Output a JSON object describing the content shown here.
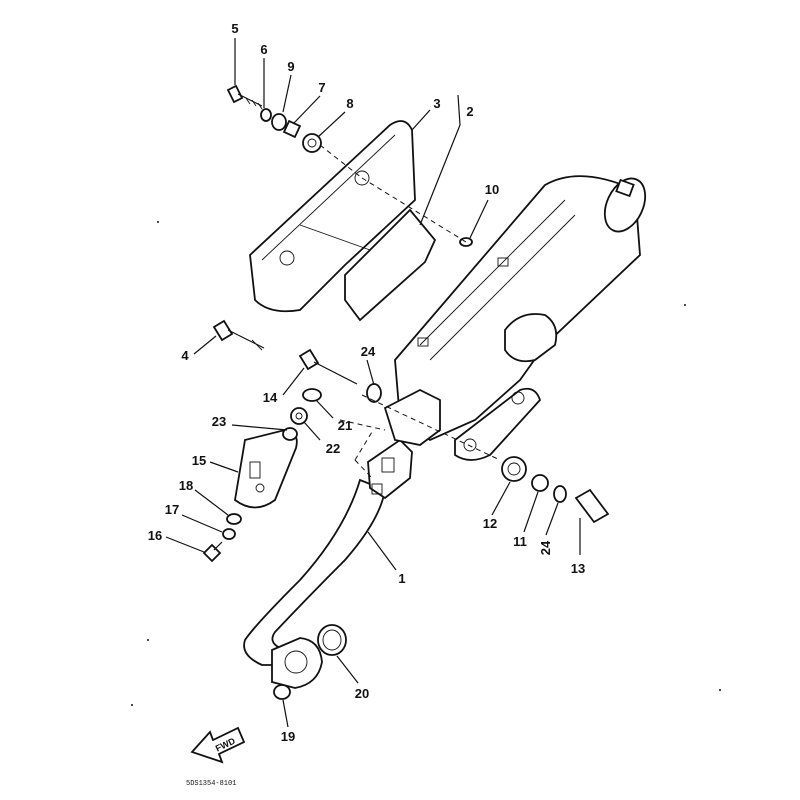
{
  "callouts": {
    "c1": "1",
    "c2": "2",
    "c3": "3",
    "c4": "4",
    "c5": "5",
    "c6": "6",
    "c7": "7",
    "c8": "8",
    "c9": "9",
    "c10": "10",
    "c11": "11",
    "c12": "12",
    "c13": "13",
    "c14": "14",
    "c15": "15",
    "c16": "16",
    "c17": "17",
    "c18": "18",
    "c19": "19",
    "c20": "20",
    "c21": "21",
    "c22": "22",
    "c23": "23",
    "c24a": "24",
    "c24b": "24"
  },
  "fwd_label": "FWD",
  "diagram_code": "5DS1354-8101",
  "colors": {
    "ink": "#111111",
    "paper": "#ffffff"
  }
}
